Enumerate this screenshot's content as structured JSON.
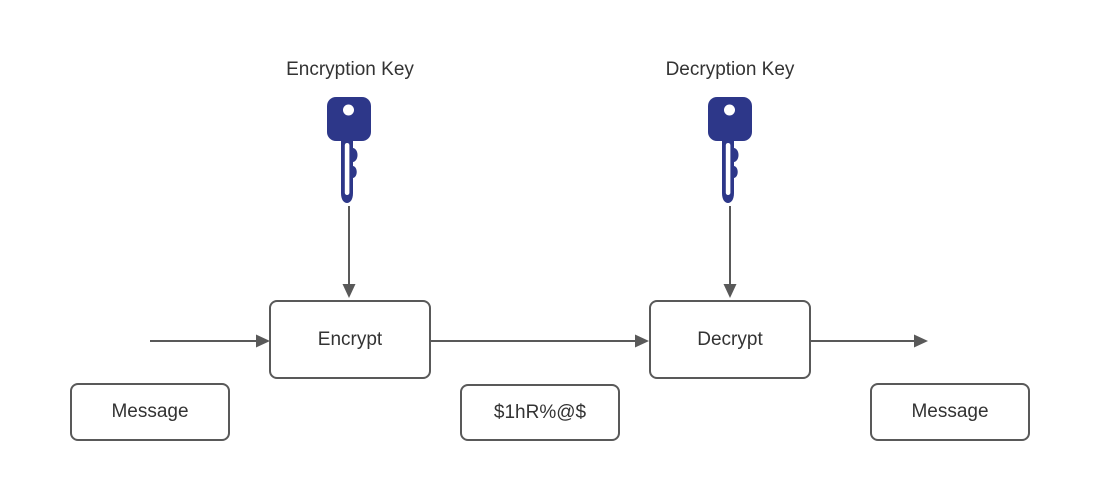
{
  "colors": {
    "key": "#2d3789",
    "stroke": "#595959",
    "text": "#333333",
    "background": "#ffffff"
  },
  "keys": {
    "encryption": {
      "label": "Encryption Key",
      "icon": "key-icon"
    },
    "decryption": {
      "label": "Decryption Key",
      "icon": "key-icon"
    }
  },
  "nodes": {
    "encrypt": {
      "label": "Encrypt"
    },
    "decrypt": {
      "label": "Decrypt"
    },
    "message_in": {
      "label": "Message"
    },
    "ciphertext": {
      "label": "$1hR%@$"
    },
    "message_out": {
      "label": "Message"
    }
  }
}
